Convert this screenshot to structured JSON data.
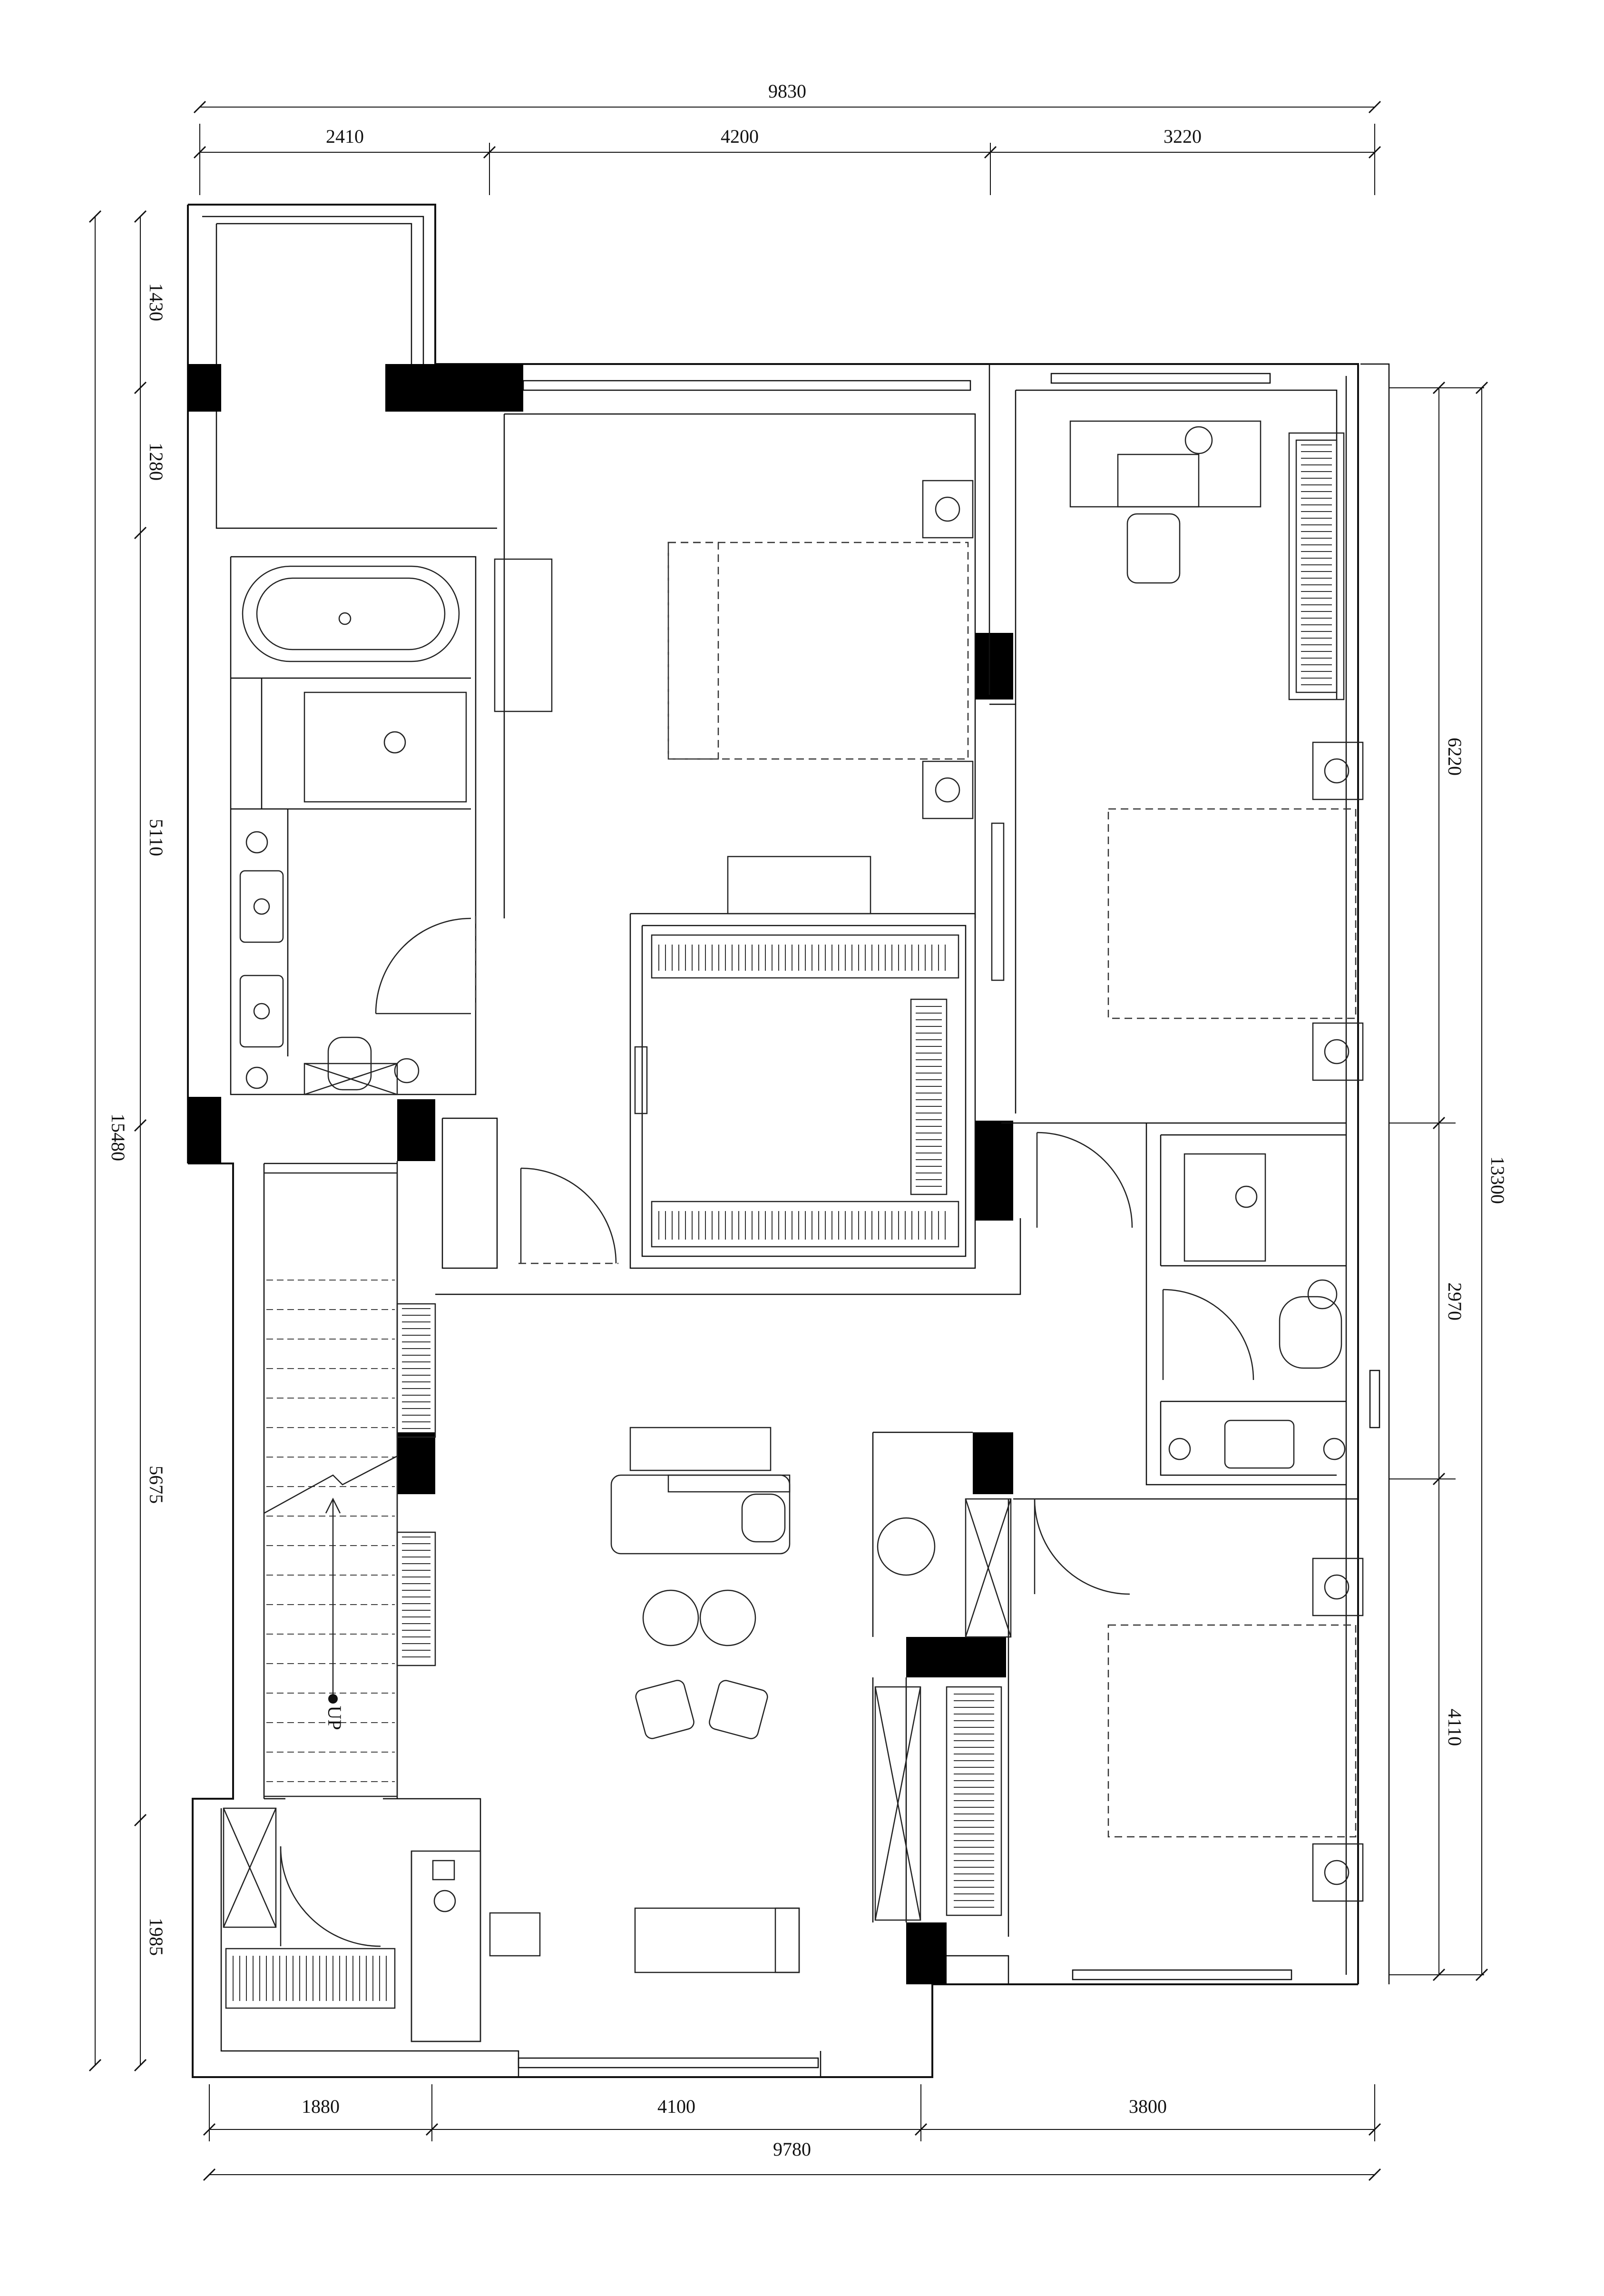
{
  "dimensions": {
    "top_total": "9830",
    "top_segments": [
      "2410",
      "4200",
      "3220"
    ],
    "bottom_total": "9780",
    "bottom_segments": [
      "1880",
      "4100",
      "3800"
    ],
    "left_total": "15480",
    "left_segments": [
      "1430",
      "1280",
      "5110",
      "5675",
      "1985"
    ],
    "right_total": "13300",
    "right_segments": [
      "6220",
      "2970",
      "4110"
    ]
  },
  "labels": {
    "stair_direction": "UP"
  }
}
